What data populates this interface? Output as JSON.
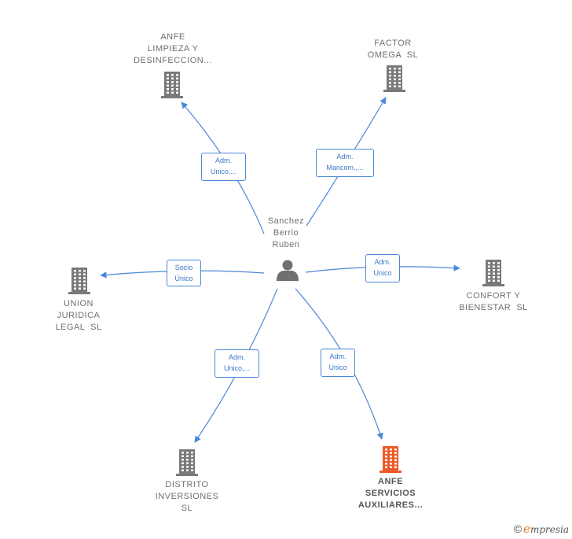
{
  "colors": {
    "edge": "#4a87d6",
    "building": "#7a7a7a",
    "building_highlight": "#ee5a2a",
    "person": "#707070"
  },
  "center": {
    "name": "Sanchez\nBerrio\nRuben",
    "icon": "person-icon"
  },
  "companies": [
    {
      "id": "anfe-limpieza",
      "name": "ANFE\nLIMPIEZA Y\nDESINFECCION...",
      "relation": [
        "Adm.",
        "Unico,..."
      ],
      "icon": "building-icon",
      "highlight": false
    },
    {
      "id": "factor-omega",
      "name": "FACTOR\nOMEGA  SL",
      "relation": [
        "Adm.",
        "Mancom.,..."
      ],
      "icon": "building-icon",
      "highlight": false
    },
    {
      "id": "union-juridica",
      "name": "UNION\nJURIDICA\nLEGAL  SL",
      "relation": [
        "Socio",
        "Único"
      ],
      "icon": "building-icon",
      "highlight": false
    },
    {
      "id": "confort-bienestar",
      "name": "CONFORT Y\nBIENESTAR  SL",
      "relation": [
        "Adm.",
        "Unico"
      ],
      "icon": "building-icon",
      "highlight": false
    },
    {
      "id": "distrito-inversiones",
      "name": "DISTRITO\nINVERSIONES\nSL",
      "relation": [
        "Adm.",
        "Unico,..."
      ],
      "icon": "building-icon",
      "highlight": false
    },
    {
      "id": "anfe-servicios",
      "name": "ANFE\nSERVICIOS\nAUXILIARES...",
      "relation": [
        "Adm.",
        "Unico"
      ],
      "icon": "building-icon",
      "highlight": true
    }
  ],
  "brand": {
    "copyright": "©",
    "e": "e",
    "rest": "mpresia"
  }
}
